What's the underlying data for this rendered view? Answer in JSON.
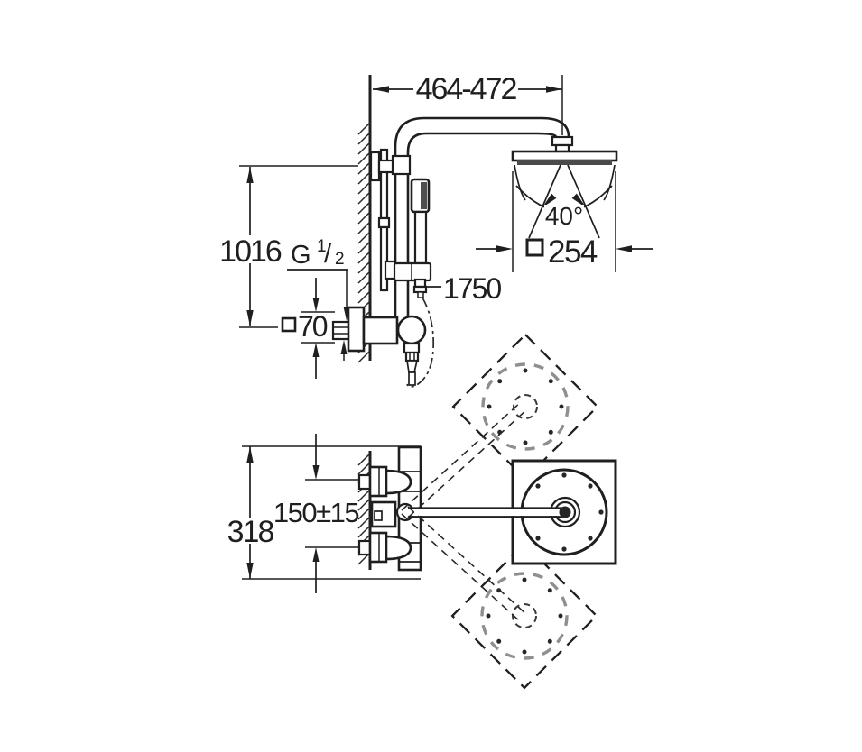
{
  "front_view": {
    "arm_reach": "464-472",
    "rail_height": "1016",
    "thread": {
      "g": "G",
      "numerator": "1",
      "slash": "/",
      "denominator": "2"
    },
    "supply_escutcheon_size": "70",
    "hose_length": "1750",
    "spray_angle": "40°",
    "head_width": "254"
  },
  "top_view": {
    "mounting_span": "318",
    "connection_spacing": "150±15"
  },
  "colors": {
    "line": "#1f1f1f",
    "background": "#ffffff",
    "dashed_circle": "#8f8f8f"
  }
}
